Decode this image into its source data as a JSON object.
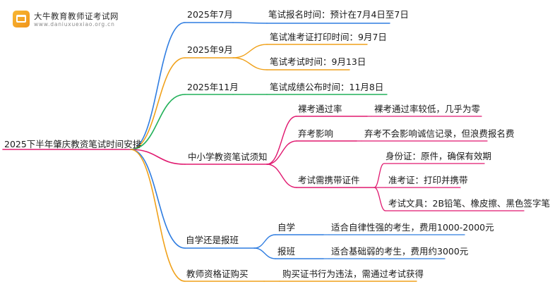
{
  "logo": {
    "name": "大牛教育教师证考试网",
    "url": "www.daniuxuexiao.org.cn",
    "icon": "book-icon"
  },
  "mindmap": {
    "root": "2025下半年肇庆教资笔试时间安排",
    "branches": [
      {
        "label": "2025年7月",
        "color": "#2f7de1",
        "items": [
          {
            "label": "笔试报名时间：预计在7月4日至7日"
          }
        ]
      },
      {
        "label": "2025年9月",
        "color": "#f0a11a",
        "items": [
          {
            "label": "笔试准考证打印时间：9月7日"
          },
          {
            "label": "笔试考试时间：9月13日"
          }
        ]
      },
      {
        "label": "2025年11月",
        "color": "#22b15a",
        "items": [
          {
            "label": "笔试成绩公布时间：11月8日"
          }
        ]
      },
      {
        "label": "中小学教资笔试须知",
        "color": "#e0186f",
        "items": [
          {
            "label": "裸考通过率",
            "children": [
              "裸考通过率较低，几乎为零"
            ]
          },
          {
            "label": "弃考影响",
            "children": [
              "弃考不会影响诚信记录，但浪费报名费"
            ]
          },
          {
            "label": "考试需携带证件",
            "children": [
              "身份证：原件，确保有效期",
              "准考证：打印并携带",
              "考试文具：2B铅笔、橡皮擦、黑色签字笔"
            ]
          }
        ]
      },
      {
        "label": "自学还是报班",
        "color": "#2f7de1",
        "items": [
          {
            "label": "自学",
            "children": [
              "适合自律性强的考生，费用1000-2000元"
            ]
          },
          {
            "label": "报班",
            "children": [
              "适合基础弱的考生，费用约3000元"
            ]
          }
        ]
      },
      {
        "label": "教师资格证购买",
        "color": "#f0a11a",
        "items": [
          {
            "label": "购买证书行为违法，需通过考试获得"
          }
        ]
      }
    ]
  }
}
